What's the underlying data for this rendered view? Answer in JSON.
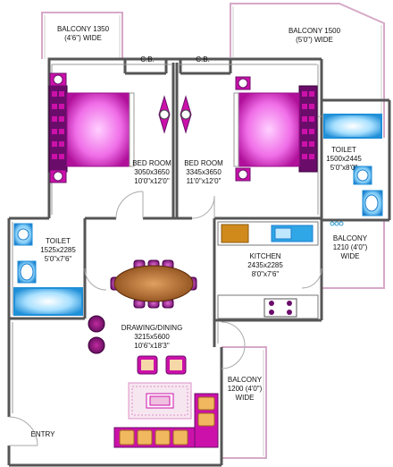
{
  "rooms": {
    "balcony_1": {
      "name": "BALCONY 1350",
      "size": "(4'6\") WIDE"
    },
    "balcony_2": {
      "name": "BALCONY 1500",
      "size": "(5'0\") WIDE"
    },
    "cb_left": {
      "name": "C.B."
    },
    "cb_right": {
      "name": "C.B."
    },
    "bedroom_1": {
      "name": "BED ROOM",
      "dims": "3050x3650",
      "size": "10'0\"x12'0\""
    },
    "bedroom_2": {
      "name": "BED ROOM",
      "dims": "3345x3650",
      "size": "11'0\"x12'0\""
    },
    "toilet_right": {
      "name": "TOILET",
      "dims": "1500x2445",
      "size": "5'0\"x8'0\""
    },
    "toilet_left": {
      "name": "TOILET",
      "dims": "1525x2285",
      "size": "5'0\"x7'6\""
    },
    "kitchen": {
      "name": "KITCHEN",
      "dims": "2435x2285",
      "size": "8'0\"x7'6\""
    },
    "balcony_3": {
      "name": "BALCONY",
      "dims": "1210 (4'0\")",
      "size": "WIDE"
    },
    "drawing": {
      "name": "DRAWING/DINING",
      "dims": "3215x5600",
      "size": "10'6\"x18'3\""
    },
    "balcony_4": {
      "name": "BALCONY",
      "dims": "1200 (4'0\")",
      "size": "WIDE"
    },
    "entry": {
      "name": "ENTRY"
    }
  },
  "colors": {
    "wall": "#555555",
    "balcony_outline": "#d6a8c8",
    "furniture_magenta": "#cc11aa",
    "furniture_purple": "#6a0d6a",
    "bed_pink": "#f27ef0",
    "table_wood": "#b06a2a",
    "fixture_blue": "#2fa6e6",
    "sofa_orange": "#e0932a",
    "rug_pink": "#f0c0e0"
  }
}
